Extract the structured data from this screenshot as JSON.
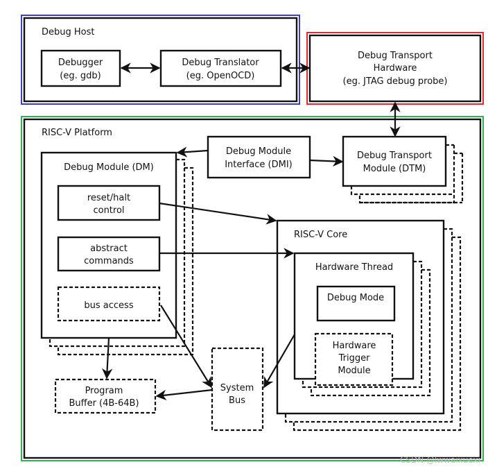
{
  "colors": {
    "debug_host_frame": "#3a3fc9",
    "transport_hw_frame": "#e8262c",
    "platform_frame": "#2db34a"
  },
  "debug_host": {
    "title": "Debug Host",
    "debugger": [
      "Debugger",
      "(eg. gdb)"
    ],
    "translator": [
      "Debug Translator",
      "(eg. OpenOCD)"
    ]
  },
  "transport_hardware": [
    "Debug Transport",
    "Hardware",
    "(eg. JTAG debug probe)"
  ],
  "platform": {
    "title": "RISC-V Platform",
    "dmi": [
      "Debug Module",
      "Interface (DMI)"
    ],
    "dtm": [
      "Debug Transport",
      "Module (DTM)"
    ],
    "dm": {
      "title": "Debug Module (DM)",
      "reset_halt": [
        "reset/halt",
        "control"
      ],
      "abstract": [
        "abstract",
        "commands"
      ],
      "bus_access": "bus access"
    },
    "program_buffer": [
      "Program",
      "Buffer (4B-64B)"
    ],
    "system_bus": [
      "System",
      "Bus"
    ],
    "core": {
      "title": "RISC-V Core",
      "thread": {
        "title": "Hardware Thread",
        "debug_mode": "Debug Mode",
        "trigger": [
          "Hardware",
          "Trigger",
          "Module"
        ]
      }
    }
  },
  "watermark": "CSDN @lwwaixuexi"
}
